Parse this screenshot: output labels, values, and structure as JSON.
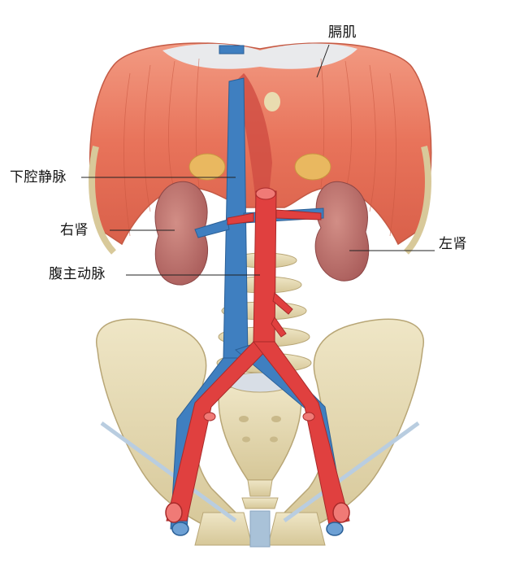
{
  "figure": {
    "type": "anatomical illustration",
    "subject": "diaphragm, kidneys, inferior vena cava and abdominal aorta with pelvis"
  },
  "labels": {
    "diaphragm": "膈肌",
    "inferior_vena_cava": "下腔静脉",
    "right_kidney": "右肾",
    "abdominal_aorta": "腹主动脉",
    "left_kidney": "左肾"
  },
  "colors": {
    "muscle": "#e8735a",
    "muscle_light": "#f3a58f",
    "tendon": "#e6eef2",
    "vein": "#3f7fc0",
    "artery": "#e0403f",
    "kidney": "#b86a68",
    "bone": "#e7dcb4",
    "bone_shadow": "#c9b98a",
    "fat": "#e9b860",
    "ligament": "#b9cde0",
    "leader_line": "#222222"
  }
}
